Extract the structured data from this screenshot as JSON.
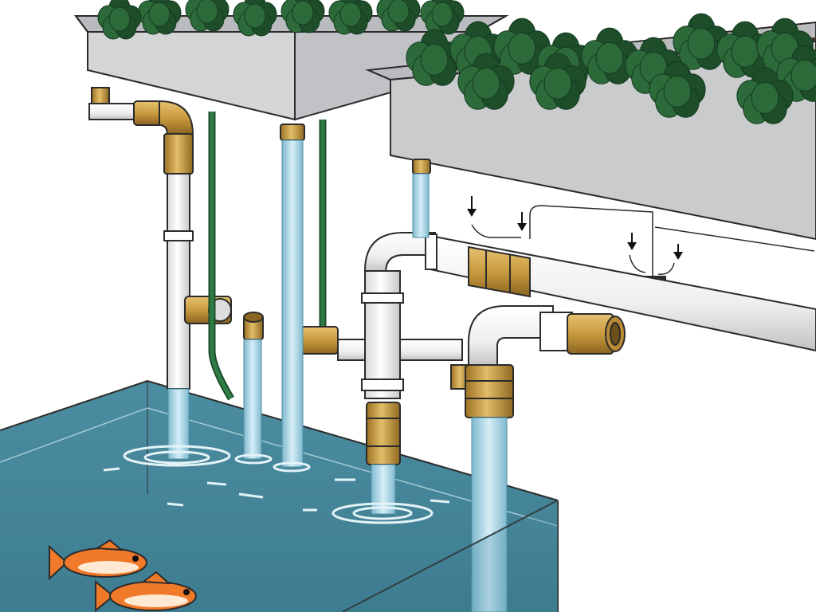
{
  "scene": {
    "description_free": true,
    "components": {
      "upper_grow_bed": "grow-bed",
      "lower_grow_bed": "grow-bed",
      "fish_tank": "fish-tank",
      "fish_count": 2
    },
    "colors": {
      "pipe_white": "#f2f2f2",
      "pipe_outline": "#2b2b2b",
      "brass": "#c99a3e",
      "brass_dark": "#8a6420",
      "bed_gray": "#c9cbcd",
      "bed_dark": "#a9abae",
      "soil": "#4a3426",
      "leaf": "#2d6a3a",
      "leaf_dark": "#1e4d2a",
      "hose_green": "#2f7d45",
      "water": "#3e7f94",
      "water_light": "#a8d6e8",
      "fish": "#f07a2a"
    },
    "icons": [
      "flow-arrow-icon",
      "fish-icon",
      "plant-icon"
    ]
  }
}
